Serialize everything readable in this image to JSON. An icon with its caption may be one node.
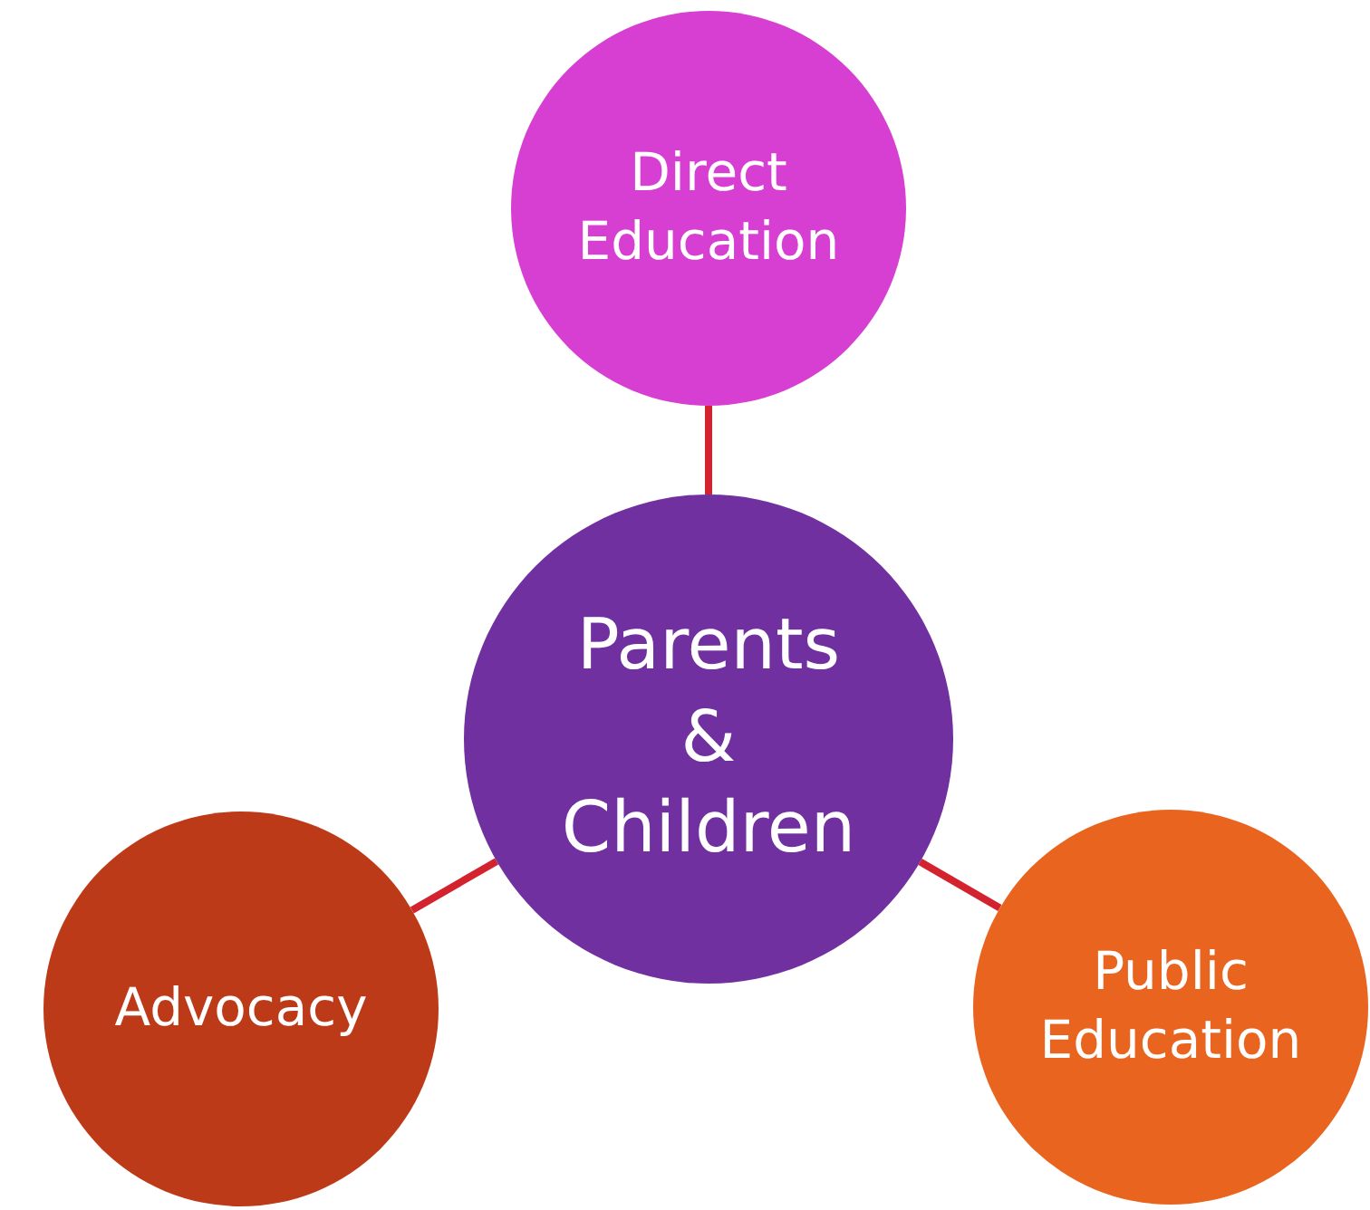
{
  "diagram": {
    "nodes": [
      {
        "text": [
          "Direct Education"
        ]
      },
      {
        "text": [
          "Parents & Children"
        ]
      },
      {
        "text": [
          "Advocacy"
        ]
      },
      {
        "text": [
          "Public Education"
        ]
      }
    ],
    "edges": [
      {
        "from": 1,
        "to": 0,
        "arrow": "none"
      },
      {
        "from": 1,
        "to": 2,
        "arrow": "none"
      },
      {
        "from": 1,
        "to": 3,
        "arrow": "none"
      }
    ]
  }
}
